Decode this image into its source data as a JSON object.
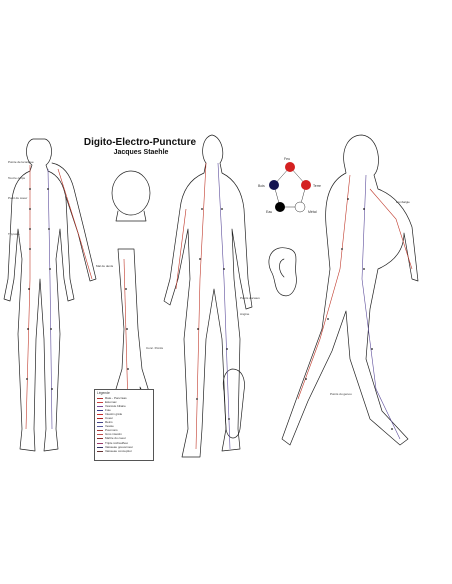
{
  "header": {
    "title": "Digito-Electro-Puncture",
    "subtitle": "Jacques Staehle"
  },
  "legend": {
    "title": "Légende",
    "items": [
      {
        "label": "Rate - Pancréas",
        "color": "#b03030"
      },
      {
        "label": "Estomac",
        "color": "#c84040"
      },
      {
        "label": "Vésicule biliaire",
        "color": "#7a4a9a"
      },
      {
        "label": "Foie",
        "color": "#3b3b8a"
      },
      {
        "label": "Intestin grêle",
        "color": "#c83030"
      },
      {
        "label": "Coeur",
        "color": "#b02020"
      },
      {
        "label": "Reins",
        "color": "#444488"
      },
      {
        "label": "Vessie",
        "color": "#5a5aa0"
      },
      {
        "label": "Poumons",
        "color": "#a03838"
      },
      {
        "label": "Gros intestin",
        "color": "#c05050"
      },
      {
        "label": "Maître du coeur",
        "color": "#8a2a2a"
      },
      {
        "label": "Triple réchauffeur",
        "color": "#9a3a6a"
      },
      {
        "label": "Vaisseau gouverneur",
        "color": "#333366"
      },
      {
        "label": "Vaisseau conception",
        "color": "#663333"
      }
    ]
  },
  "wheel": {
    "labels": [
      "Feu",
      "Terre",
      "Métal",
      "Eau",
      "Bois"
    ]
  },
  "colors": {
    "meridian_red": "#c0392b",
    "meridian_purple": "#5b4b9a",
    "outline": "#222222",
    "dot_red": "#d42020",
    "dot_navy": "#141450",
    "dot_black": "#000000"
  },
  "point_labels": [
    "Pointe de la langue",
    "Tout le corps",
    "Point du coeur",
    "Thyroïde",
    "Mal de dents",
    "Points dorsaux",
    "Angine",
    "Conc. Points",
    "Points du genou",
    "Lombalgie"
  ]
}
